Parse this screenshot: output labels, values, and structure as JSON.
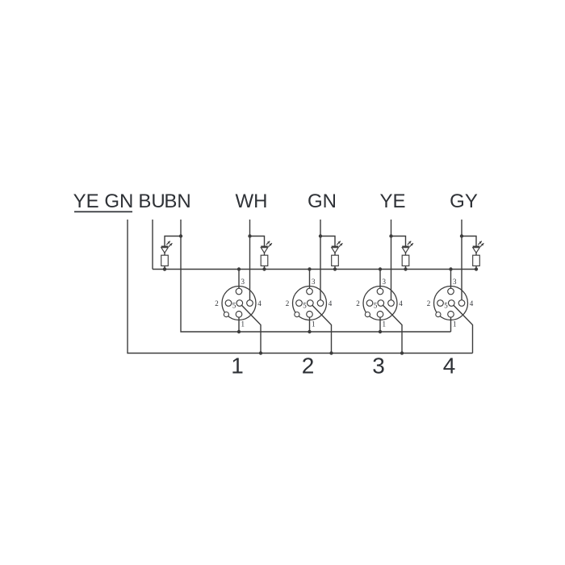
{
  "diagram": {
    "type": "wiring_schematic",
    "subject": "4-port M12 sensor/actuator junction box internal wiring",
    "colors": {
      "line": "#3c3c3c",
      "text": "#2e3136",
      "background": "#ffffff"
    },
    "wire_labels": [
      {
        "label": "YE GN",
        "underlined": true
      },
      {
        "label": "BU",
        "underlined": false
      },
      {
        "label": "BN",
        "underlined": false
      },
      {
        "label": "WH",
        "underlined": false
      },
      {
        "label": "GN",
        "underlined": false
      },
      {
        "label": "YE",
        "underlined": false
      },
      {
        "label": "GY",
        "underlined": false
      }
    ],
    "pin_labels": {
      "p1": "1",
      "p2": "2",
      "p3": "3",
      "p4": "4",
      "p5": "5"
    },
    "ports": [
      {
        "number": "1"
      },
      {
        "number": "2"
      },
      {
        "number": "3"
      },
      {
        "number": "4"
      }
    ],
    "components": {
      "led": "led-diode-icon",
      "resistor": "resistor-icon",
      "connector": "m12-socket-front-view"
    }
  }
}
